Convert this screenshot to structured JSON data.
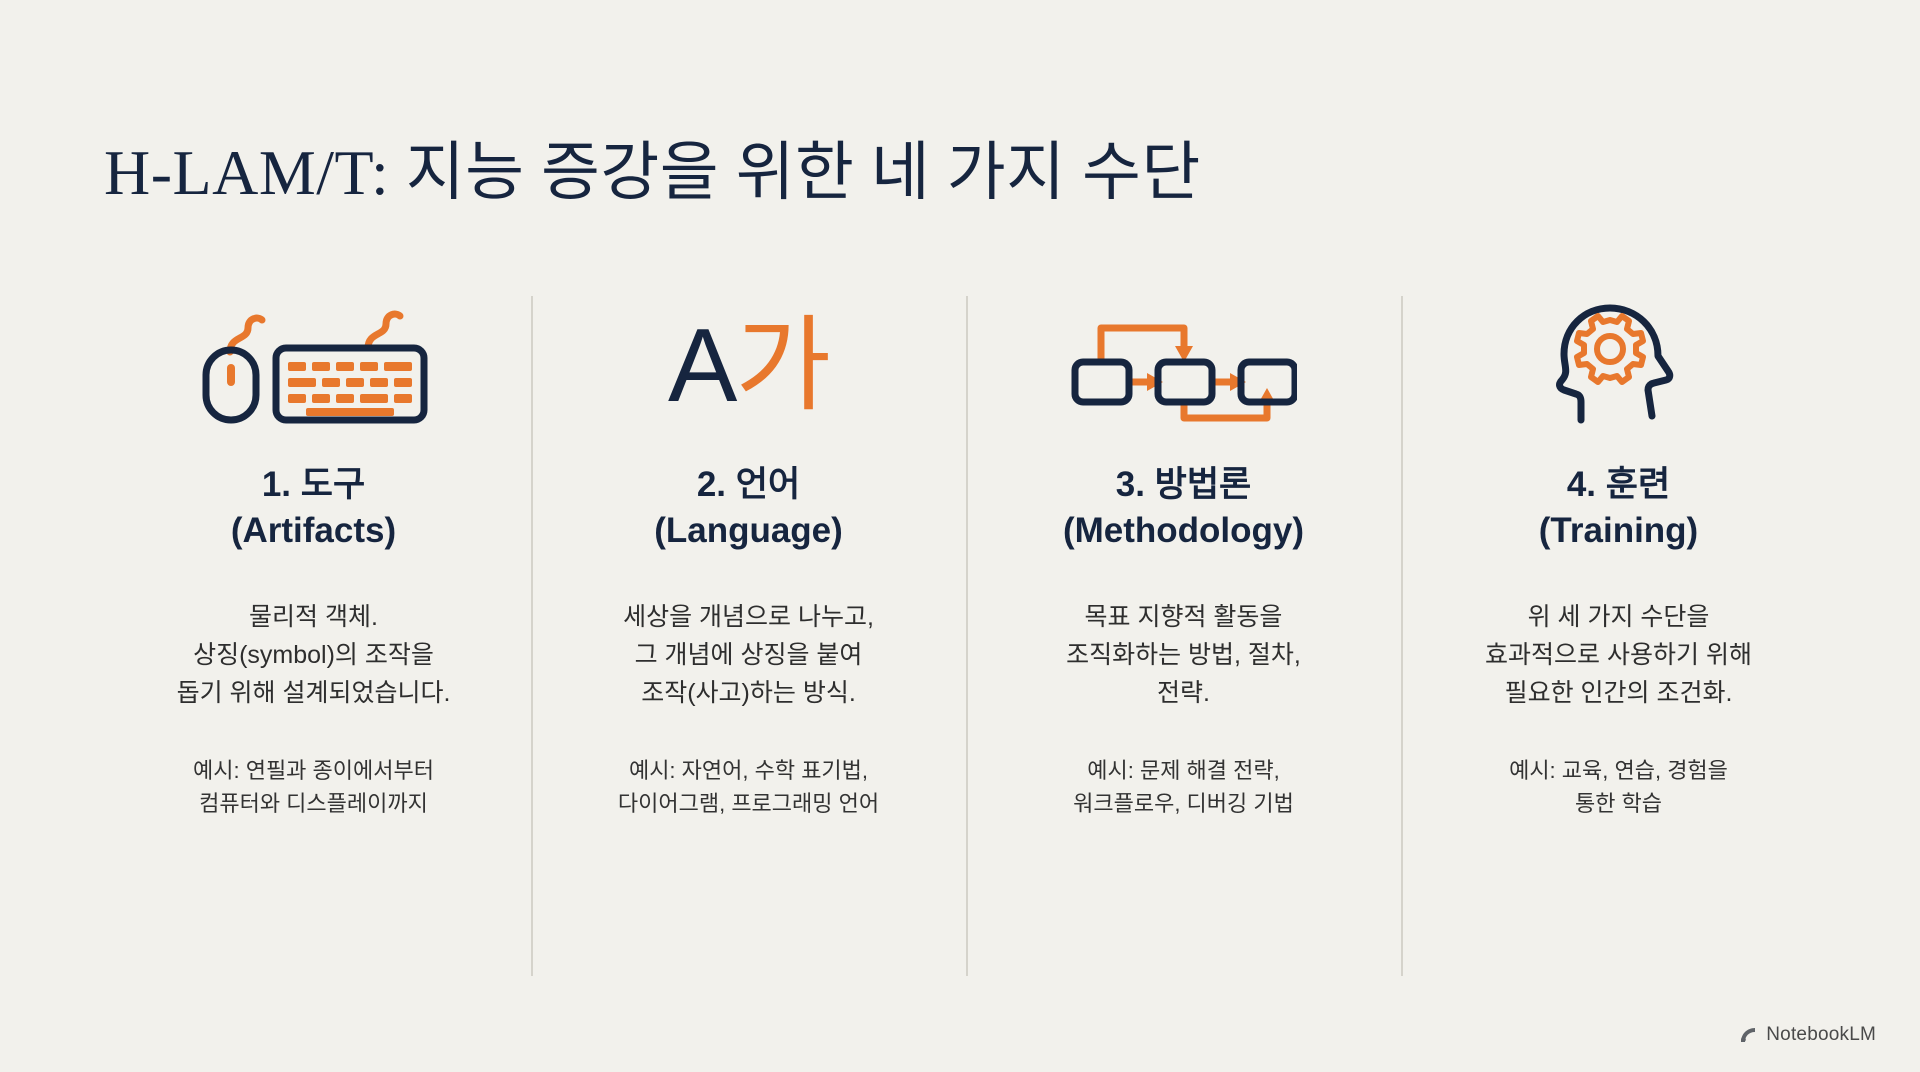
{
  "title": "H-LAM/T: 지능 증강을 위한 네 가지 수단",
  "theme": {
    "background": "#f2f1ec",
    "navy": "#16253f",
    "orange": "#e8782d",
    "divider": "#d5d3cb",
    "body_text": "#2e2e2e"
  },
  "columns": [
    {
      "icon": "mouse-keyboard-icon",
      "heading": "1. 도구\n(Artifacts)",
      "body": "물리적 객체.\n상징(symbol)의 조작을\n돕기 위해 설계되었습니다.",
      "example": "예시: 연필과 종이에서부터\n컴퓨터와 디스플레이까지"
    },
    {
      "icon": "letter-a-ga-icon",
      "icon_text_latin": "A",
      "icon_text_hangul": "가",
      "heading": "2. 언어\n(Language)",
      "body": "세상을 개념으로 나누고,\n그 개념에 상징을 붙여\n조작(사고)하는 방식.",
      "example": "예시: 자연어, 수학 표기법,\n다이어그램, 프로그래밍 언어"
    },
    {
      "icon": "flowchart-icon",
      "heading": "3. 방법론\n(Methodology)",
      "body": "목표 지향적 활동을\n조직화하는 방법, 절차,\n전략.",
      "example": "예시: 문제 해결 전략,\n워크플로우, 디버깅 기법"
    },
    {
      "icon": "head-gear-icon",
      "heading": "4. 훈련\n(Training)",
      "body": "위 세 가지 수단을\n효과적으로 사용하기 위해\n필요한 인간의 조건화.",
      "example": "예시: 교육, 연습, 경험을\n통한 학습"
    }
  ],
  "watermark": {
    "icon": "notebooklm-logo-icon",
    "label": "NotebookLM"
  }
}
